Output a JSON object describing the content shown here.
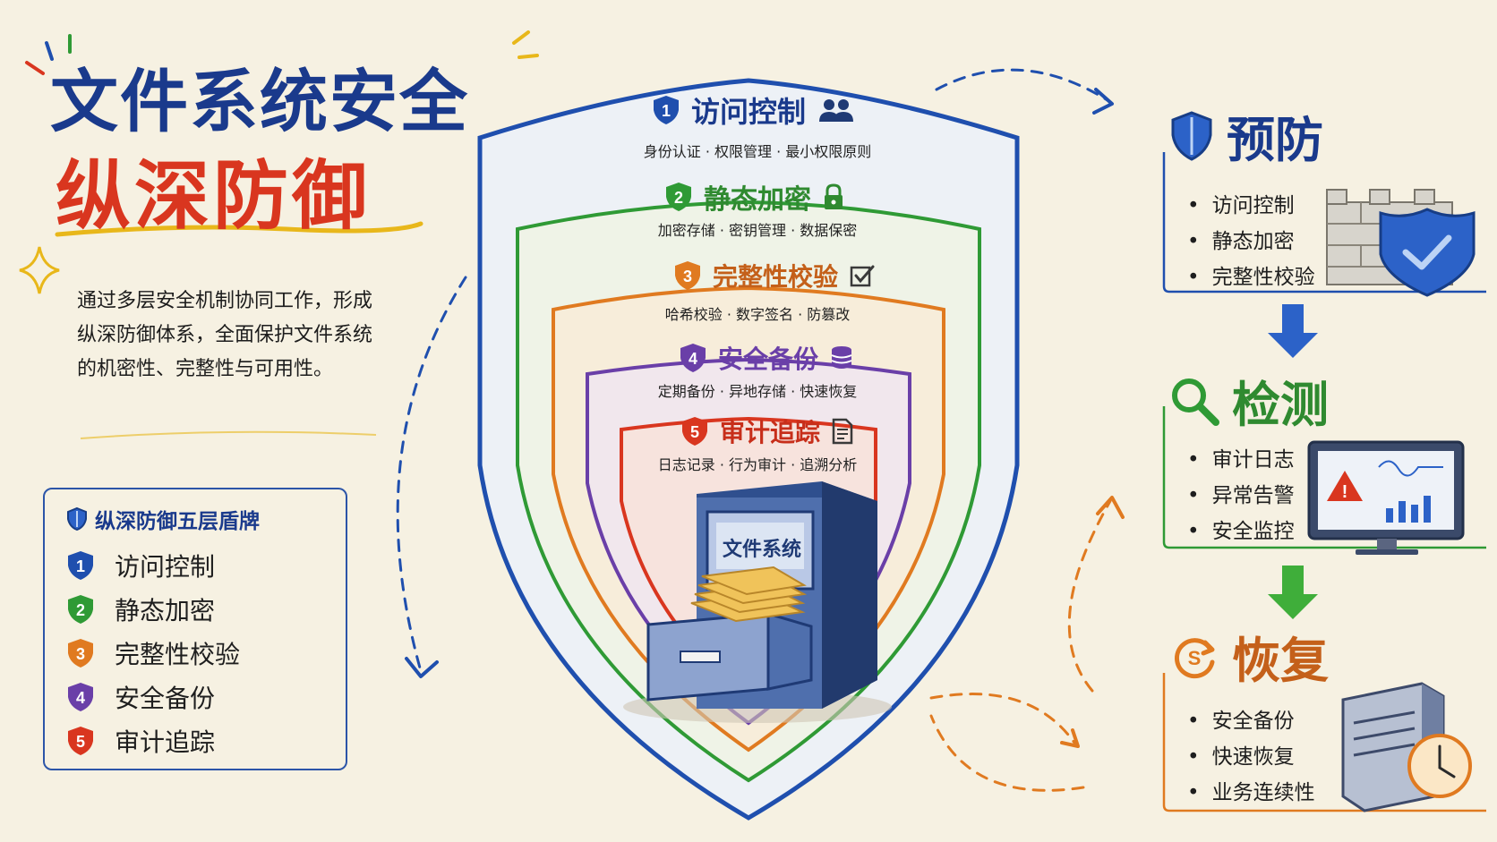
{
  "title": {
    "line1": "文件系统安全",
    "line2": "纵深防御"
  },
  "intro": "通过多层安全机制协同工作，形成纵深防御体系，全面保护文件系统的机密性、完整性与可用性。",
  "legend": {
    "title": "纵深防御五层盾牌",
    "items": [
      {
        "num": "1",
        "label": "访问控制",
        "color": "#1f4fae"
      },
      {
        "num": "2",
        "label": "静态加密",
        "color": "#2f9a35"
      },
      {
        "num": "3",
        "label": "完整性校验",
        "color": "#e07a20"
      },
      {
        "num": "4",
        "label": "安全备份",
        "color": "#6a3fa8"
      },
      {
        "num": "5",
        "label": "审计追踪",
        "color": "#d9361f"
      }
    ]
  },
  "layers": [
    {
      "num": "1",
      "title": "访问控制",
      "subtitle": "身份认证 · 权限管理 · 最小权限原则",
      "color": "#1f4fae",
      "icon": "users-icon"
    },
    {
      "num": "2",
      "title": "静态加密",
      "subtitle": "加密存储 · 密钥管理 · 数据保密",
      "color": "#2f9a35",
      "icon": "lock-icon"
    },
    {
      "num": "3",
      "title": "完整性校验",
      "subtitle": "哈希校验 · 数字签名 · 防篡改",
      "color": "#e07a20",
      "icon": "checkbox-icon"
    },
    {
      "num": "4",
      "title": "安全备份",
      "subtitle": "定期备份 · 异地存储 · 快速恢复",
      "color": "#6a3fa8",
      "icon": "database-icon"
    },
    {
      "num": "5",
      "title": "审计追踪",
      "subtitle": "日志记录 · 行为审计 · 追溯分析",
      "color": "#d9361f",
      "icon": "document-icon"
    }
  ],
  "cabinet_label": "文件系统",
  "stages": [
    {
      "title": "预防",
      "color": "#1f4fae",
      "icon": "shield-icon",
      "items": [
        "访问控制",
        "静态加密",
        "完整性校验"
      ]
    },
    {
      "title": "检测",
      "color": "#2f9a35",
      "icon": "magnifier-icon",
      "items": [
        "审计日志",
        "异常告警",
        "安全监控"
      ]
    },
    {
      "title": "恢复",
      "color": "#e07a20",
      "icon": "restore-icon",
      "items": [
        "安全备份",
        "快速恢复",
        "业务连续性"
      ]
    }
  ]
}
